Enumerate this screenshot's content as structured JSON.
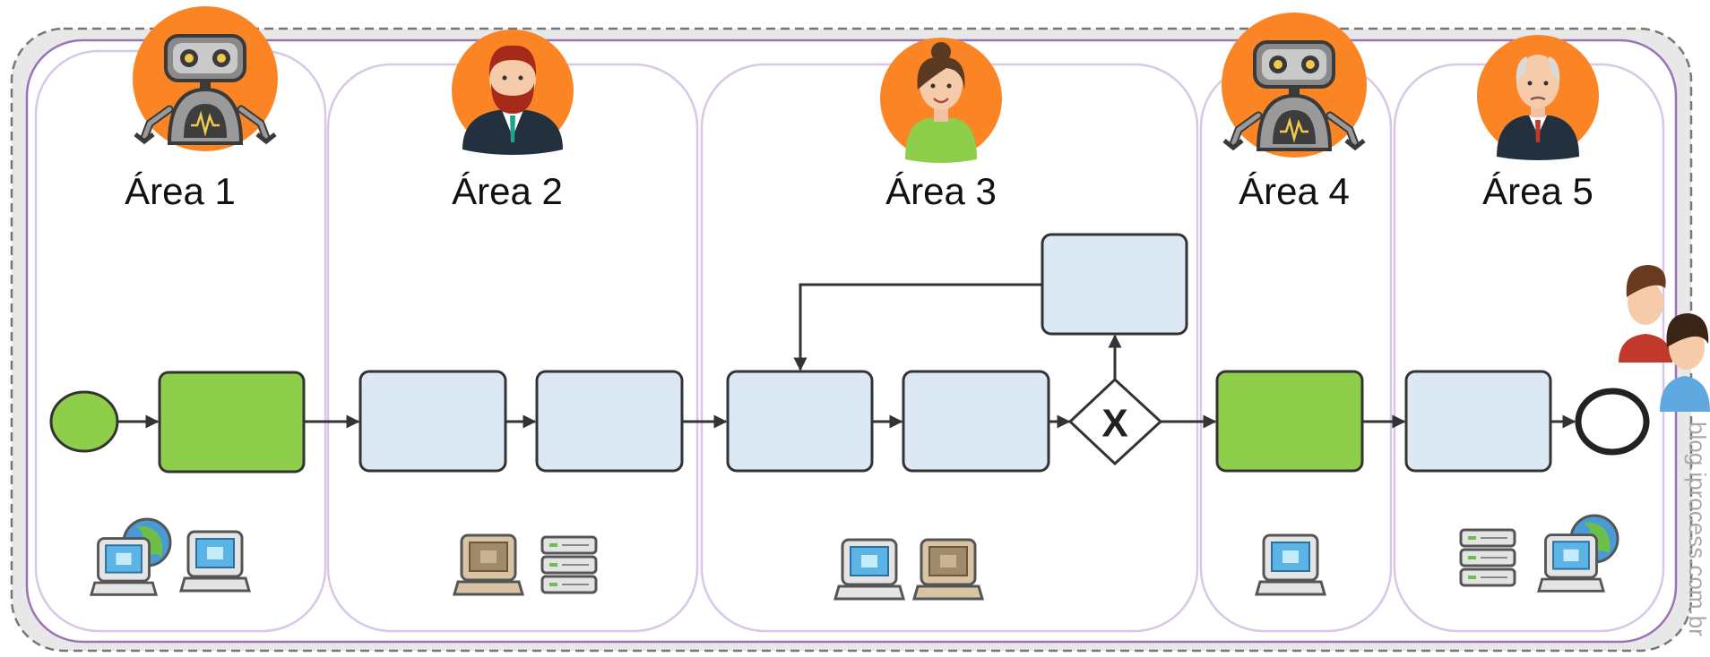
{
  "areas": [
    {
      "title": "Área 1",
      "avatar_icon": "robot-icon",
      "system_icons": [
        "web-computer-icon",
        "computer-icon"
      ]
    },
    {
      "title": "Área 2",
      "avatar_icon": "bearded-man-avatar-icon",
      "system_icons": [
        "legacy-computer-icon",
        "server-icon"
      ]
    },
    {
      "title": "Área 3",
      "avatar_icon": "woman-avatar-icon",
      "system_icons": [
        "computer-icon",
        "legacy-computer-icon"
      ]
    },
    {
      "title": "Área 4",
      "avatar_icon": "robot-icon",
      "system_icons": [
        "computer-icon"
      ]
    },
    {
      "title": "Área 5",
      "avatar_icon": "older-man-avatar-icon",
      "system_icons": [
        "server-icon",
        "web-computer-icon"
      ]
    }
  ],
  "gateway": {
    "symbol": "X"
  },
  "customers_icon": "customers-icon",
  "watermark": "blog.iprocess.com.br",
  "colors": {
    "automated_task": "#8fce4b",
    "manual_task": "#dde8f5",
    "avatar_background": "#fb8425",
    "lane_border": "#d8c7e6",
    "pool_border": "#9a72b8",
    "outer_frame_fill": "#e8e8e8",
    "outer_frame_dash": "#777777"
  }
}
